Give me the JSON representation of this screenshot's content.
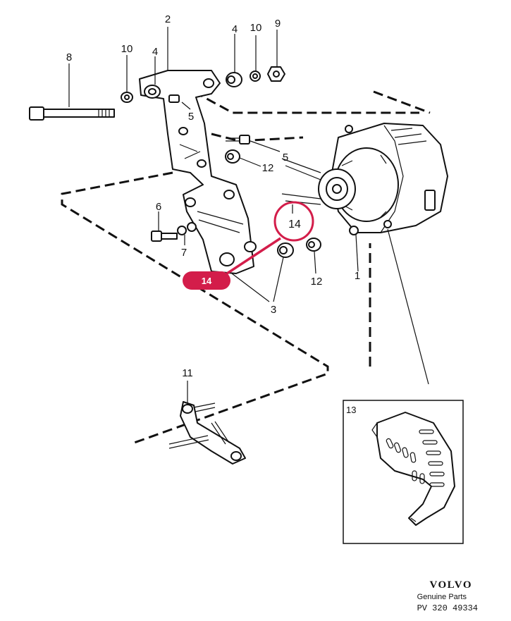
{
  "labels": {
    "l1": "1",
    "l2": "2",
    "l3": "3",
    "l4a": "4",
    "l4b": "4",
    "l5a": "5",
    "l5b": "5",
    "l6": "6",
    "l7": "7",
    "l8": "8",
    "l9": "9",
    "l10a": "10",
    "l10b": "10",
    "l11": "11",
    "l12a": "12",
    "l12b": "12",
    "l13": "13",
    "l14": "14"
  },
  "highlight": {
    "text": "14",
    "color": "#d31d4a"
  },
  "footer": {
    "brand": "VOLVO",
    "tagline": "Genuine Parts",
    "code": "PV 320  49334"
  }
}
